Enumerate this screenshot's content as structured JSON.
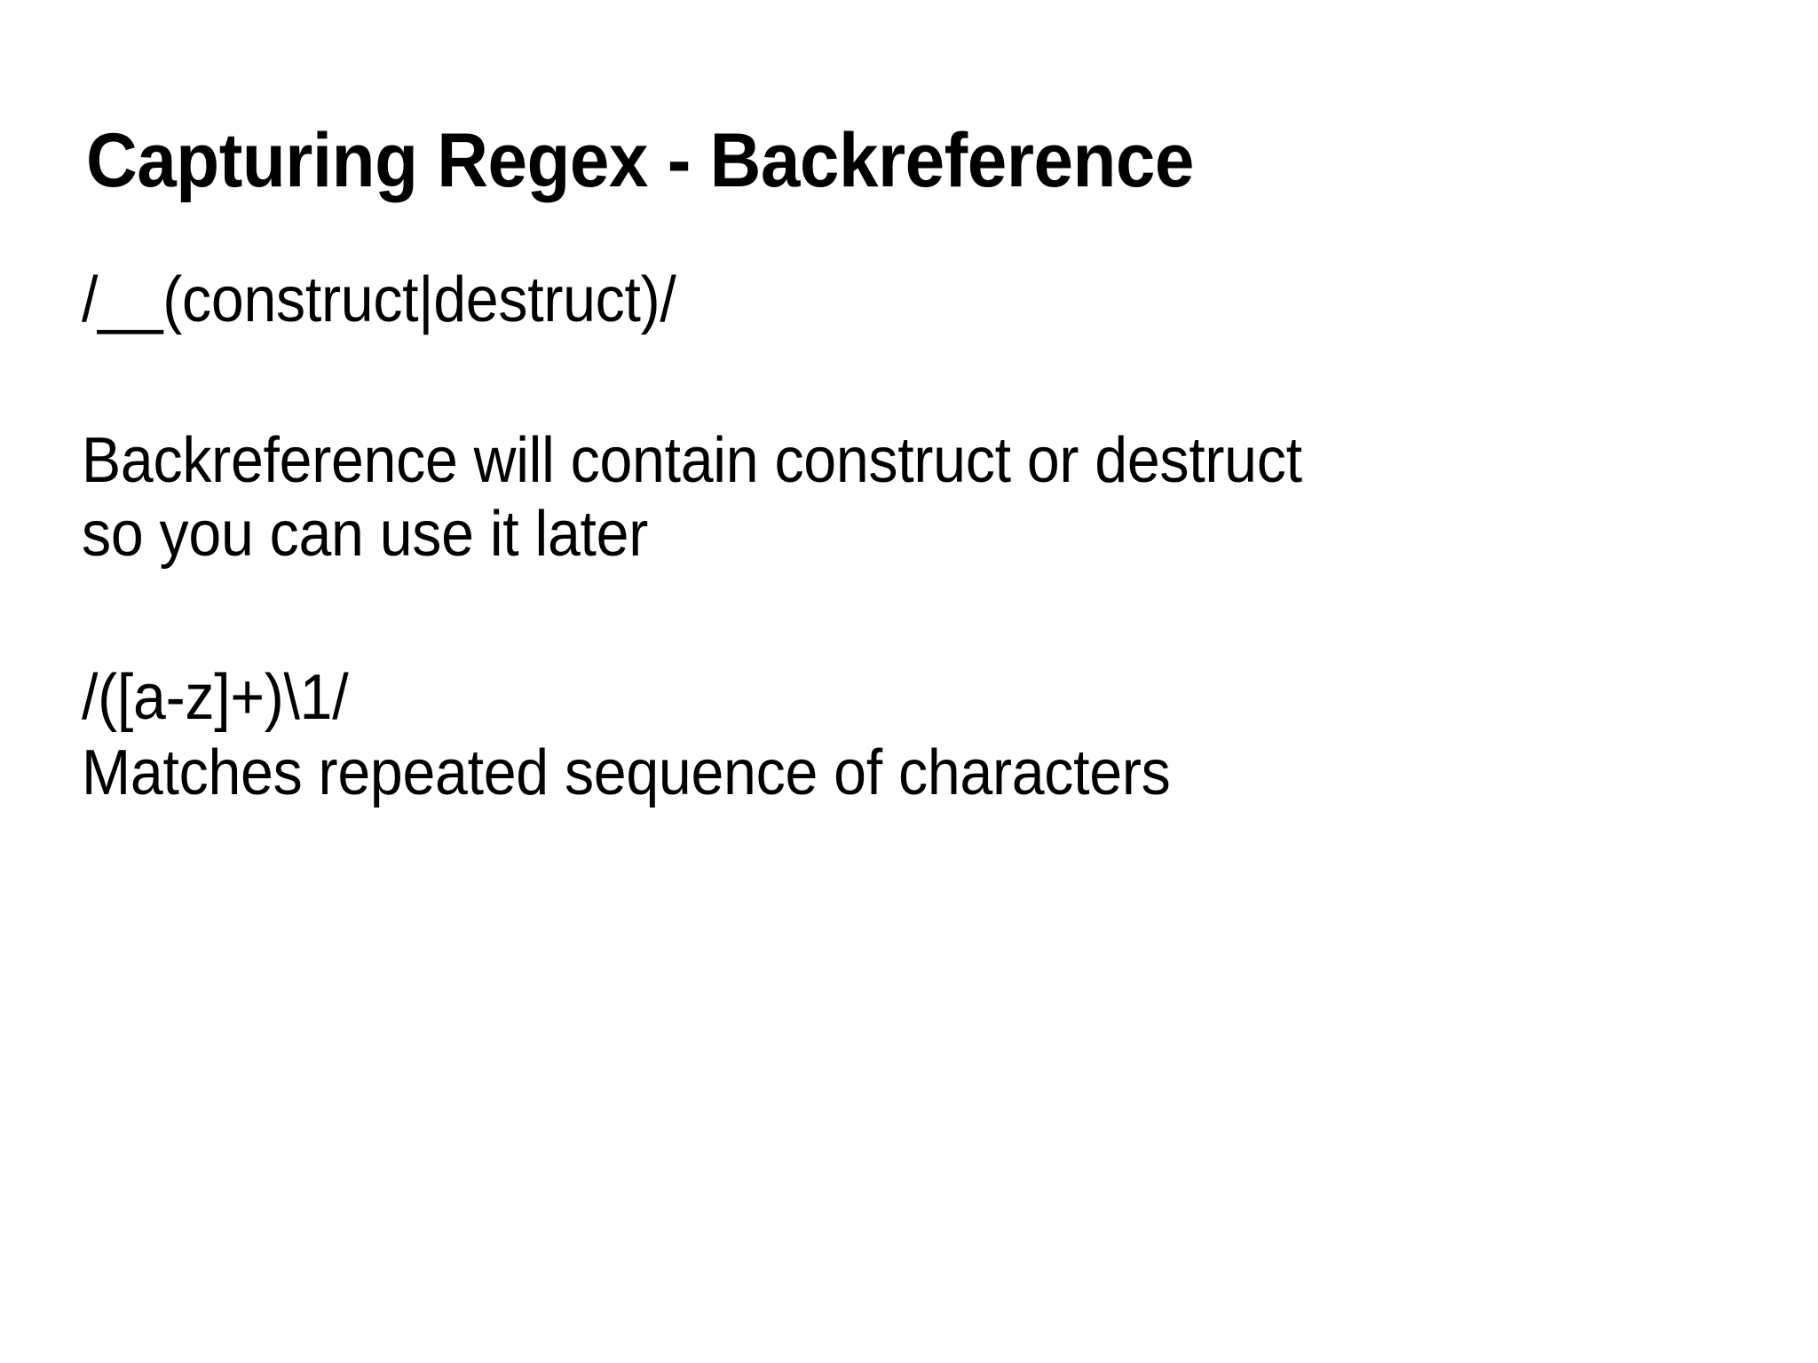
{
  "slide": {
    "background_color": "#ffffff",
    "text_color": "#000000",
    "title": "Capturing Regex - Backreference",
    "content": {
      "regex_example_1": "/__(construct|destruct)/",
      "explanation_line_1": "Backreference will contain construct or destruct",
      "explanation_line_2": "so you can use it later",
      "regex_example_2": "/([a-z]+)\\1/",
      "explanation_line_3": "Matches repeated sequence of characters"
    }
  }
}
